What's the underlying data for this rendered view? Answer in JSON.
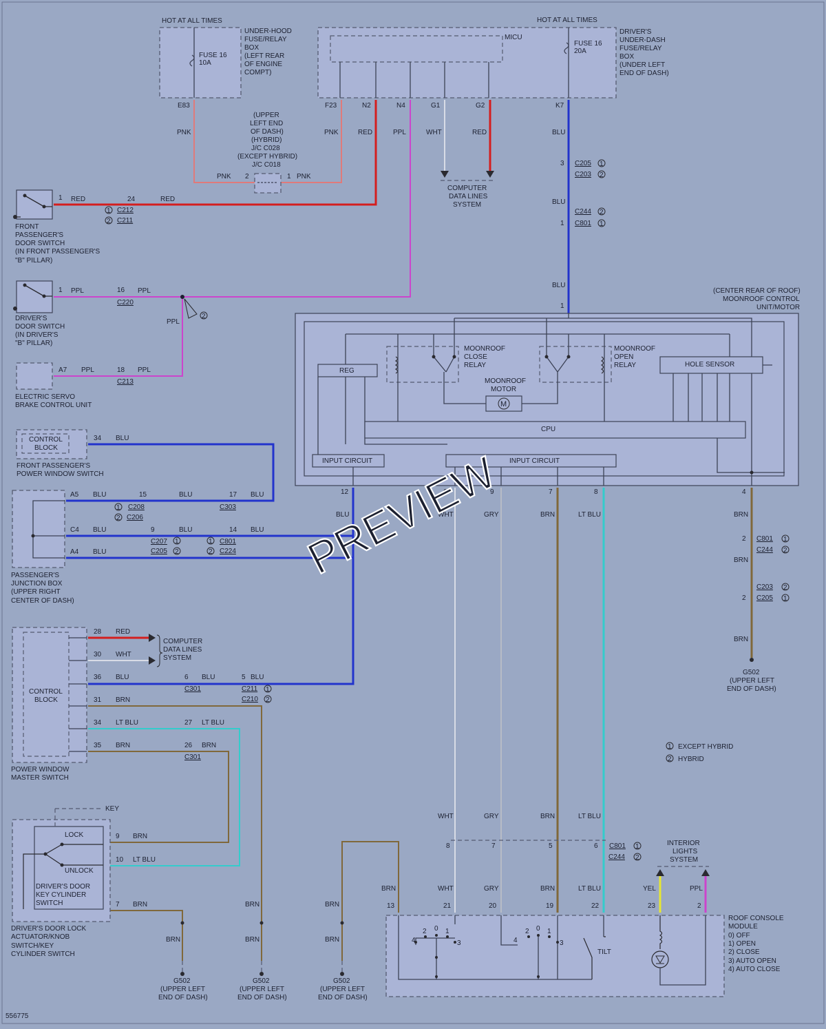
{
  "labels": {
    "hot1": "HOT AT ALL TIMES",
    "hot2": "HOT AT ALL TIMES",
    "uh_box": [
      "UNDER-HOOD",
      "FUSE/RELAY",
      "BOX",
      "(LEFT REAR",
      "OF ENGINE",
      "COMPT)"
    ],
    "uh_fuse": [
      "FUSE 16",
      "10A"
    ],
    "micu": "MICU",
    "dd_fuse": [
      "FUSE 16",
      "20A"
    ],
    "dd_box": [
      "DRIVER'S",
      "UNDER-DASH",
      "FUSE/RELAY",
      "BOX",
      "(UNDER LEFT",
      "END OF DASH)"
    ],
    "pins_top": [
      "E83",
      "F23",
      "N2",
      "N4",
      "G1",
      "G2",
      "K7"
    ],
    "jc_note": [
      "(UPPER",
      "LEFT END",
      "OF DASH)",
      "(HYBRID)",
      "J/C C028",
      "(EXCEPT HYBRID)",
      "J/C C018"
    ],
    "cdl1": [
      "COMPUTER",
      "DATA LINES",
      "SYSTEM"
    ],
    "cdl2": [
      "COMPUTER",
      "DATA LINES",
      "SYSTEM"
    ],
    "fps_switch": [
      "FRONT",
      "PASSENGER'S",
      "DOOR SWITCH",
      "(IN FRONT PASSENGER'S",
      "\"B\" PILLAR)"
    ],
    "ds_switch": [
      "DRIVER'S",
      "DOOR SWITCH",
      "(IN DRIVER'S",
      "\"B\" PILLAR)"
    ],
    "esb": [
      "ELECTRIC SERVO",
      "BRAKE CONTROL UNIT"
    ],
    "fp_pws_cb": [
      "CONTROL",
      "BLOCK"
    ],
    "fp_pws": [
      "FRONT PASSENGER'S",
      "POWER WINDOW SWITCH"
    ],
    "pjb": [
      "PASSENGER'S",
      "JUNCTION BOX",
      "(UPPER RIGHT",
      "CENTER OF DASH)"
    ],
    "pwms_cb": [
      "CONTROL",
      "BLOCK"
    ],
    "pwms": [
      "POWER WINDOW",
      "MASTER SWITCH"
    ],
    "key": "KEY",
    "lock": "LOCK",
    "unlock": "UNLOCK",
    "ddlk_inner": [
      "DRIVER'S DOOR",
      "KEY CYLINDER",
      "SWITCH"
    ],
    "ddlk": [
      "DRIVER'S DOOR LOCK",
      "ACTUATOR/KNOB",
      "SWITCH/KEY",
      "CYLINDER SWITCH"
    ],
    "moonroof_unit": [
      "(CENTER REAR OF ROOF)",
      "MOONROOF CONTROL",
      "UNIT/MOTOR"
    ],
    "close_relay": [
      "MOONROOF",
      "CLOSE",
      "RELAY"
    ],
    "open_relay": [
      "MOONROOF",
      "OPEN",
      "RELAY"
    ],
    "motor": [
      "MOONROOF",
      "MOTOR"
    ],
    "motor_symbol": "M",
    "reg": "REG",
    "hole_sensor": "HOLE SENSOR",
    "cpu": "CPU",
    "input1": "INPUT CIRCUIT",
    "input2": "INPUT CIRCUIT",
    "g502": [
      "G502",
      "(UPPER LEFT",
      "END OF DASH)"
    ],
    "g502a": [
      "G502",
      "(UPPER LEFT",
      "END OF DASH)"
    ],
    "g502b": [
      "G502",
      "(UPPER LEFT",
      "END OF DASH)"
    ],
    "g502c": [
      "G502",
      "(UPPER LEFT",
      "END OF DASH)"
    ],
    "legend1": "EXCEPT HYBRID",
    "legend2": "HYBRID",
    "interior": [
      "INTERIOR",
      "LIGHTS",
      "SYSTEM"
    ],
    "roof_console": [
      "ROOF CONSOLE",
      "MODULE",
      "0) OFF",
      "1) OPEN",
      "2) CLOSE",
      "3) AUTO OPEN",
      "4) AUTO CLOSE"
    ],
    "tilt": "TILT",
    "diagram_id": "556775",
    "watermark": "PREVIEW",
    "circ1": "1",
    "circ2": "2"
  },
  "wires": {
    "PNK": "PNK",
    "RED": "RED",
    "PPL": "PPL",
    "WHT": "WHT",
    "BLU": "BLU",
    "GRY": "GRY",
    "BRN": "BRN",
    "LTBLU": "LT BLU",
    "YEL": "YEL"
  },
  "connectors": {
    "C212": "C212",
    "C211": "C211",
    "C220": "C220",
    "C213": "C213",
    "C205": "C205",
    "C203": "C203",
    "C244": "C244",
    "C801": "C801",
    "C208": "C208",
    "C206": "C206",
    "C303": "C303",
    "C207": "C207",
    "C224": "C224",
    "C301": "C301",
    "C210": "C210"
  },
  "pins": {
    "p1": "1",
    "p2": "2",
    "p3": "3",
    "p4": "4",
    "p5": "5",
    "p6": "6",
    "p7": "7",
    "p8": "8",
    "p9": "9",
    "p10": "10",
    "p12": "12",
    "p13": "13",
    "p14": "14",
    "p15": "15",
    "p16": "16",
    "p17": "17",
    "p18": "18",
    "p19": "19",
    "p20": "20",
    "p21": "21",
    "p22": "22",
    "p23": "23",
    "p24": "24",
    "p26": "26",
    "p27": "27",
    "p28": "28",
    "p30": "30",
    "p31": "31",
    "p34": "34",
    "p35": "35",
    "p36": "36",
    "p0": "0",
    "A7": "A7",
    "A5": "A5",
    "C4": "C4",
    "A4": "A4"
  },
  "colors": {
    "pnk": "#e07a7a",
    "red": "#d41e1e",
    "ppl": "#cc44cc",
    "wht": "#d8dce6",
    "blu": "#2233cc",
    "gry": "#b8bcc6",
    "brn": "#80683a",
    "ltblu": "#33cccc",
    "yel": "#e6e633"
  }
}
